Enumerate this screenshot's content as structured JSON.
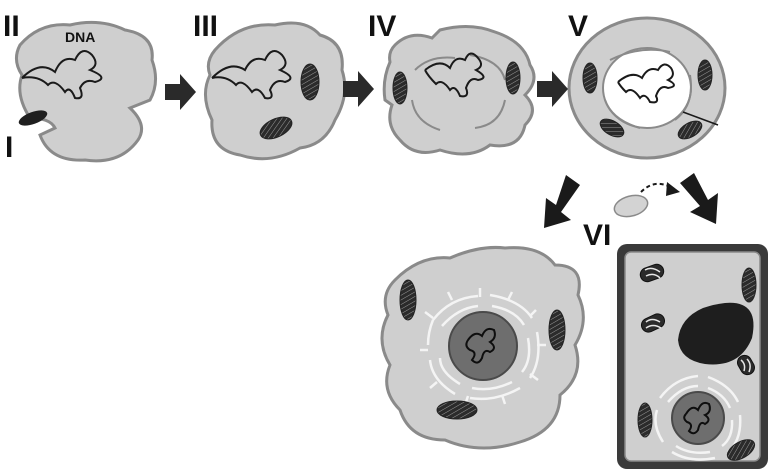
{
  "stages": {
    "ii": "II",
    "i": "I",
    "iii": "III",
    "iv": "IV",
    "v": "V",
    "vi": "VI"
  },
  "dna_label": "DNA",
  "colors": {
    "cell_fill": "#cfcfcf",
    "cell_stroke": "#8a8a8a",
    "arrow": "#2a2a2a",
    "organelle": "#2b2b2b",
    "nucleus": "#6e6e6e",
    "plant_wall": "#3a3a3a",
    "vacuole": "#1e1e1e"
  },
  "icons": [
    "arrow-right-icon",
    "arrow-down-left-icon",
    "arrow-down-right-icon",
    "dashed-curved-arrow-icon"
  ]
}
